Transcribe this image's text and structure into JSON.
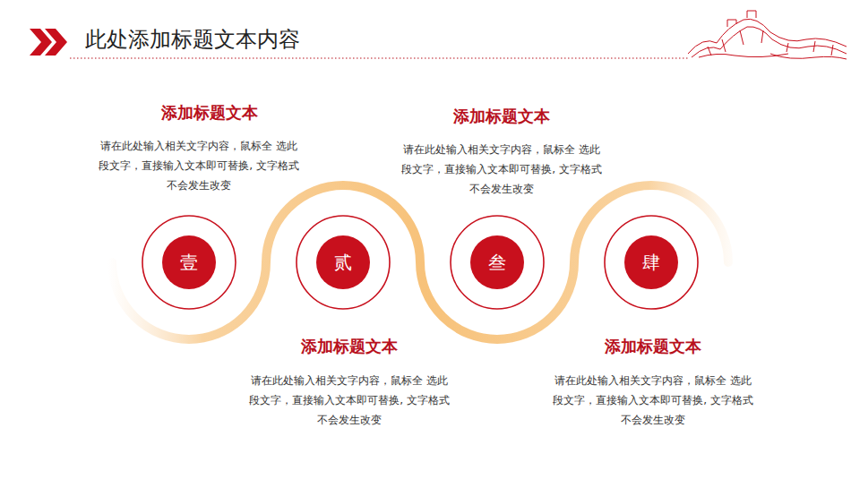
{
  "diagram": {
    "title": "此处添加标题文本内容",
    "nodes": [
      {
        "text": [
          "壹"
        ]
      },
      {
        "text": [
          "贰"
        ]
      },
      {
        "text": [
          "叁"
        ]
      },
      {
        "text": [
          "肆"
        ]
      }
    ],
    "labels": [
      "添加标题文本",
      "请在此处输入相关文字内容，鼠标全 选此段文字，直接输入文本即可替换, 文字格式不会发生改变",
      "添加标题文本",
      "请在此处输入相关文字内容，鼠标全 选此段文字，直接输入文本即可替换, 文字格式不会发生改变",
      "添加标题文本",
      "请在此处输入相关文字内容，鼠标全 选此段文字，直接输入文本即可替换, 文字格式不会发生改变",
      "添加标题文本",
      "请在此处输入相关文字内容，鼠标全 选此段文字，直接输入文本即可替换, 文字格式不会发生改变"
    ]
  }
}
